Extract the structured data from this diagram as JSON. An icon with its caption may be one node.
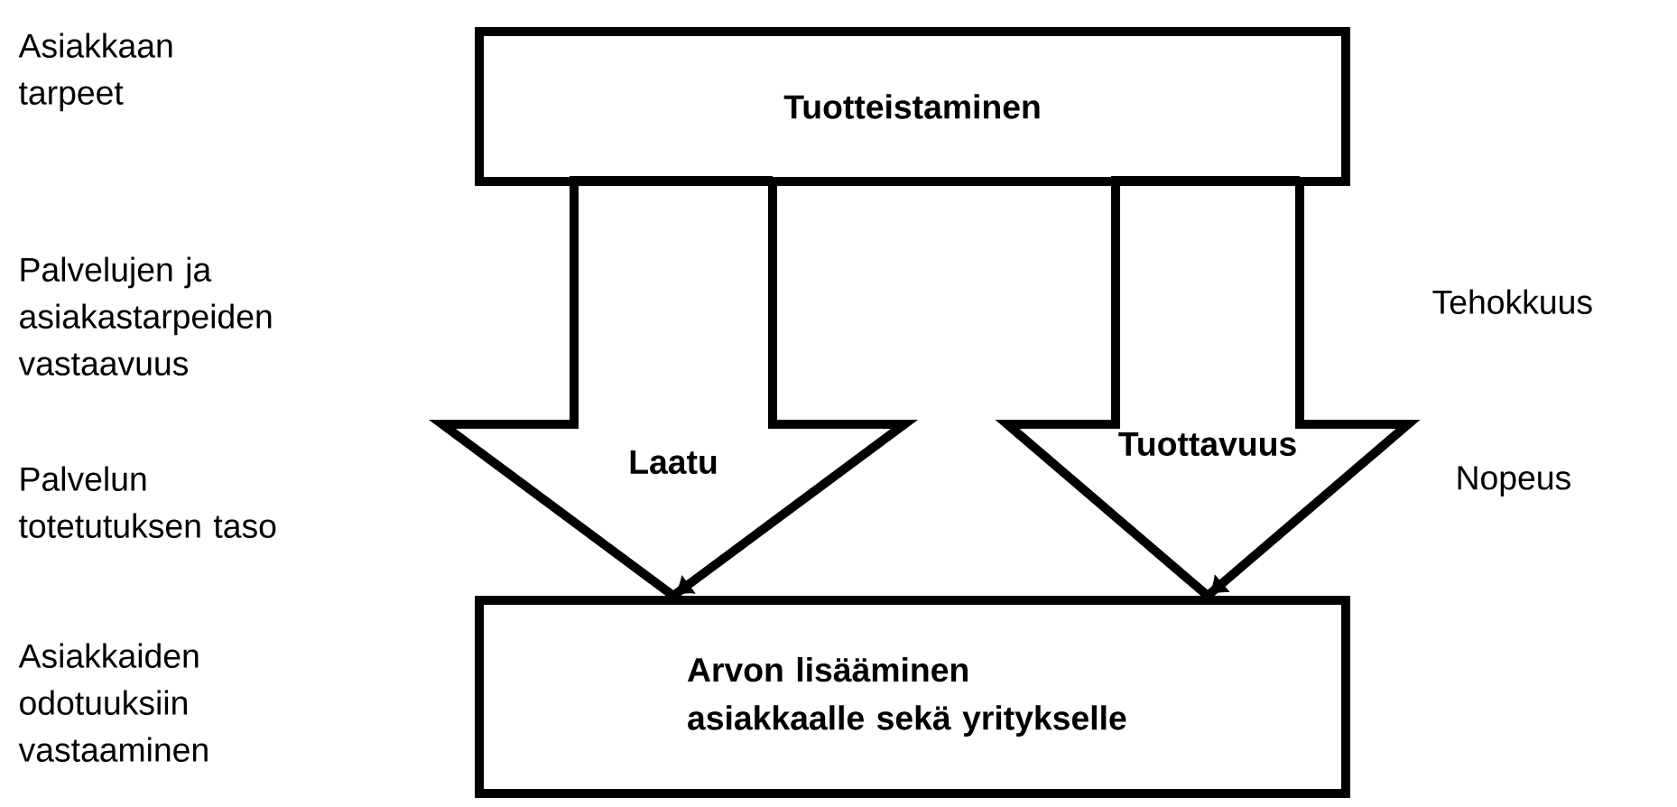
{
  "diagram": {
    "nodes": [
      {
        "text": [
          "Tuotteistaminen"
        ]
      },
      {
        "text": [
          "Arvon lisääminen asiakkaalle sekä yritykselle"
        ]
      }
    ],
    "edges": [
      {
        "from": 0,
        "to": 1,
        "arrow": "to",
        "label": "Laatu"
      },
      {
        "from": 0,
        "to": 1,
        "arrow": "to",
        "label": "Tuottavuus"
      }
    ],
    "labels": [
      "Asiakkaan tarpeet",
      "Palvelujen ja asiakastarpeiden vastaavuus",
      "Tehokkuus",
      "Palvelun totetutuksen taso",
      "Nopeus",
      "Asiakkaiden odotuuksiin vastaaminen"
    ]
  }
}
